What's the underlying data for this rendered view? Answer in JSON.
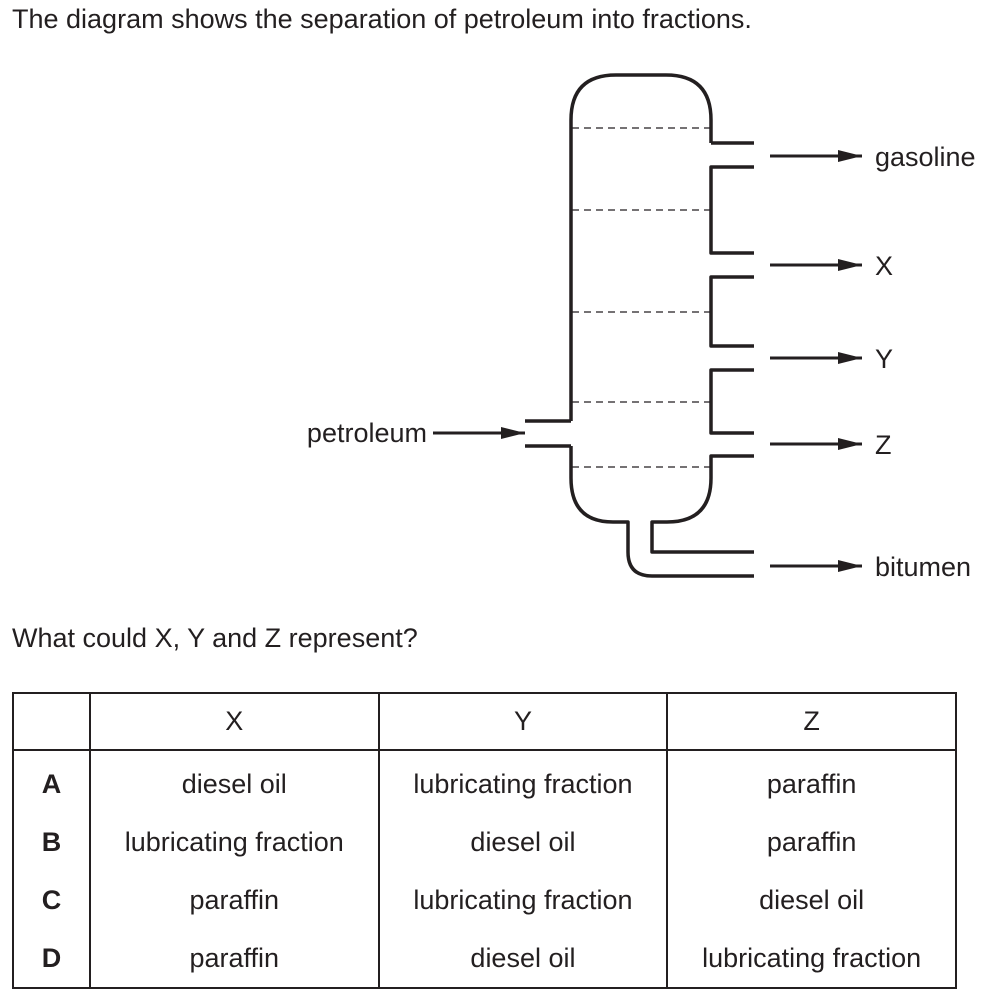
{
  "intro_text": "The diagram shows the separation of petroleum into fractions.",
  "diagram": {
    "input_label": "petroleum",
    "outputs": [
      "gasoline",
      "X",
      "Y",
      "Z",
      "bitumen"
    ]
  },
  "question_text": "What could X, Y and Z represent?",
  "table": {
    "headers": [
      "",
      "X",
      "Y",
      "Z"
    ],
    "rows": [
      {
        "letter": "A",
        "x": "diesel oil",
        "y": "lubricating fraction",
        "z": "paraffin"
      },
      {
        "letter": "B",
        "x": "lubricating fraction",
        "y": "diesel oil",
        "z": "paraffin"
      },
      {
        "letter": "C",
        "x": "paraffin",
        "y": "lubricating fraction",
        "z": "diesel oil"
      },
      {
        "letter": "D",
        "x": "paraffin",
        "y": "diesel oil",
        "z": "lubricating fraction"
      }
    ]
  }
}
